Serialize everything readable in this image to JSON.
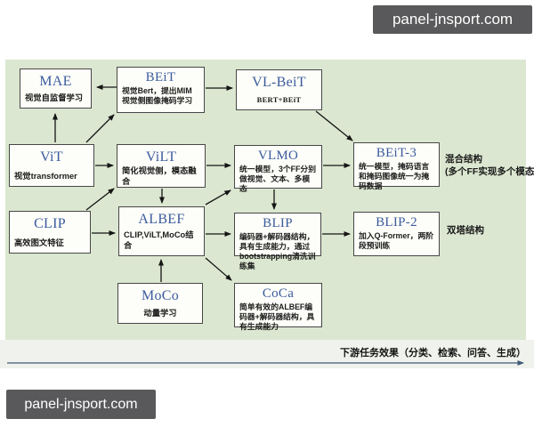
{
  "watermark": {
    "text": "panel-jnsport.com"
  },
  "colors": {
    "panel_bg": "#dbe7d0",
    "box_bg": "#fdfdf9",
    "box_border": "#474747",
    "title_blue": "#3b5b9d",
    "arrow_black": "#151515",
    "timeline_arrow": "#415878",
    "watermark_bg": "#59595b",
    "strip_bg": "#f0f3ed"
  },
  "nodes": [
    {
      "id": "mae",
      "title": "MAE",
      "desc": "视觉自监督学习"
    },
    {
      "id": "beit",
      "title": "BEiT",
      "desc": "视觉Bert，提出MIM视觉侧图像掩码学习"
    },
    {
      "id": "vlbeit",
      "title": "VL-BeiT",
      "desc": "BERT+BEiT"
    },
    {
      "id": "vit",
      "title": "ViT",
      "desc": "视觉transformer"
    },
    {
      "id": "vilt",
      "title": "ViLT",
      "desc": "简化视觉侧，模态融合"
    },
    {
      "id": "vlmo",
      "title": "VLMO",
      "desc": "统一模型，3个FF分别做视觉、文本、多模态"
    },
    {
      "id": "beit3",
      "title": "BEiT-3",
      "desc": "统一模型，掩码语言和掩码图像统一为掩码数据"
    },
    {
      "id": "clip",
      "title": "CLIP",
      "desc": "高效图文特征"
    },
    {
      "id": "albef",
      "title": "ALBEF",
      "desc": "CLIP,ViLT,MoCo结合"
    },
    {
      "id": "blip",
      "title": "BLIP",
      "desc": "编码器+解码器结构，具有生成能力，通过bootstrapping清洗训练集"
    },
    {
      "id": "blip2",
      "title": "BLIP-2",
      "desc": "加入Q-Former，两阶段预训练"
    },
    {
      "id": "moco",
      "title": "MoCo",
      "desc": "动量学习"
    },
    {
      "id": "coca",
      "title": "CoCa",
      "desc": "简单有效的ALBEF编码器+解码器结构，具有生成能力"
    }
  ],
  "annotations": {
    "hybrid_line1": "混合结构",
    "hybrid_line2": "(多个FF实现多个模态)",
    "dual_tower": "双塔结构",
    "timeline_label": "下游任务效果（分类、检索、问答、生成）"
  },
  "edges": [
    "BEiT→MAE",
    "ViT→MAE",
    "ViT→BEiT",
    "BEiT→VL-BeiT",
    "VL-BeiT→BEiT-3",
    "ViT→ViLT",
    "ViLT→VLMO",
    "VLMO→BEiT-3",
    "CLIP→ViLT",
    "ViLT→ALBEF",
    "CLIP→ALBEF",
    "ALBEF→VLMO",
    "ALBEF→BLIP",
    "VLMO→BLIP",
    "ALBEF→CoCa",
    "MoCo→ALBEF",
    "BLIP→BLIP-2"
  ]
}
